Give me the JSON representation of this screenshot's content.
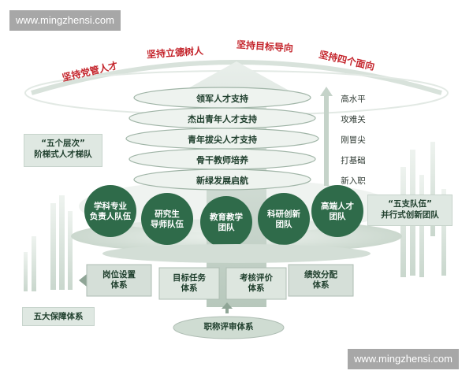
{
  "watermark": "www.mingzhensi.com",
  "slogans": [
    "坚持党管人才",
    "坚持立德树人",
    "坚持目标导向",
    "坚持四个面向"
  ],
  "levels": [
    "领军人才支持",
    "杰出青年人才支持",
    "青年拔尖人才支持",
    "骨干教师培养",
    "新绿发展启航"
  ],
  "difficulty": [
    "高水平",
    "攻难关",
    "刚冒尖",
    "打基础",
    "新入职"
  ],
  "teams": [
    {
      "line1": "学科专业",
      "line2": "负责人队伍"
    },
    {
      "line1": "研究生",
      "line2": "导师队伍"
    },
    {
      "line1": "教育教学",
      "line2": "团队"
    },
    {
      "line1": "科研创新",
      "line2": "团队"
    },
    {
      "line1": "高端人才",
      "line2": "团队"
    }
  ],
  "systems": [
    {
      "line1": "岗位设置",
      "line2": "体系"
    },
    {
      "line1": "目标任务",
      "line2": "体系"
    },
    {
      "line1": "考核评价",
      "line2": "体系"
    },
    {
      "line1": "绩效分配",
      "line2": "体系"
    }
  ],
  "bottom_system": "职称评审体系",
  "left_box": {
    "line1": "“五个层次”",
    "line2": "阶梯式人才梯队"
  },
  "right_box": {
    "line1": "“五支队伍”",
    "line2": "并行式创新团队"
  },
  "left_bottom_box": "五大保障体系",
  "colors": {
    "slogan": "#c4242b",
    "team_circle": "#2f6b4a",
    "level_band": "#e6ede8",
    "arrow": "#c9d6cd"
  }
}
